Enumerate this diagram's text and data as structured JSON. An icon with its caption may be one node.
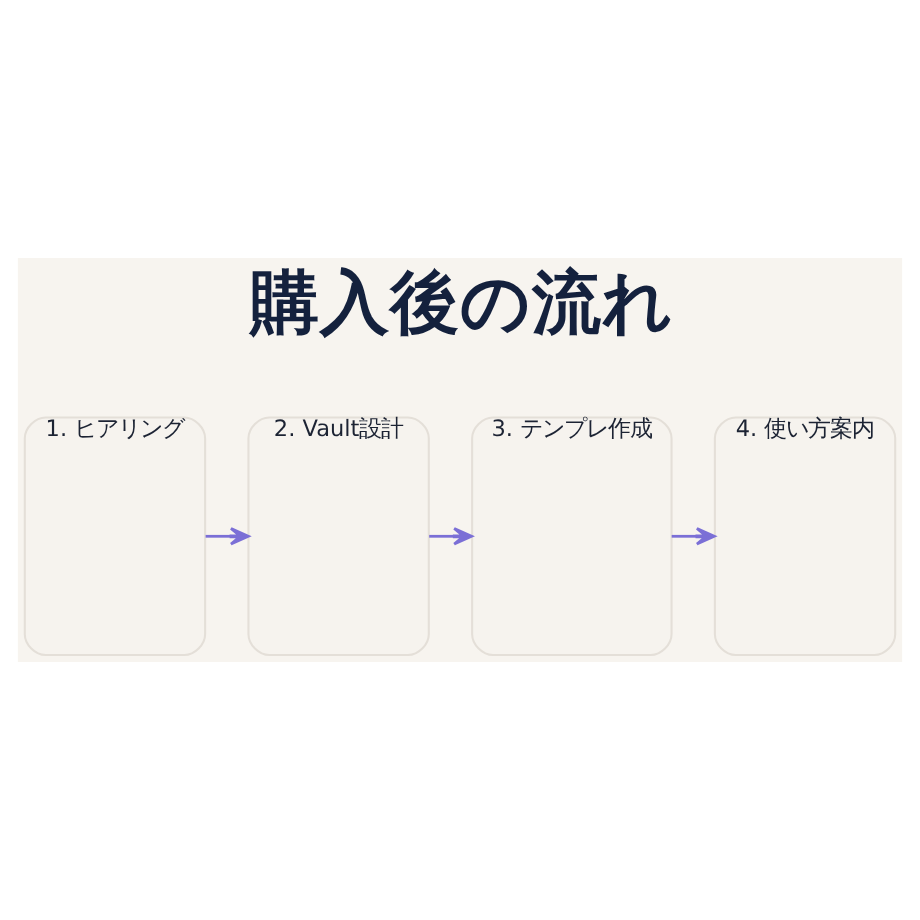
{
  "diagram": {
    "title": "購入後の流れ",
    "nodes": [
      {
        "text": [
          "1. ヒアリング"
        ]
      },
      {
        "text": [
          "2. Vault設計"
        ]
      },
      {
        "text": [
          "3. テンプレ作成"
        ]
      },
      {
        "text": [
          "4. 使い方案内"
        ]
      }
    ],
    "edges": [
      {
        "from": 0,
        "to": 1,
        "arrow": "to"
      },
      {
        "from": 1,
        "to": 2,
        "arrow": "to"
      },
      {
        "from": 2,
        "to": 3,
        "arrow": "to"
      }
    ]
  }
}
